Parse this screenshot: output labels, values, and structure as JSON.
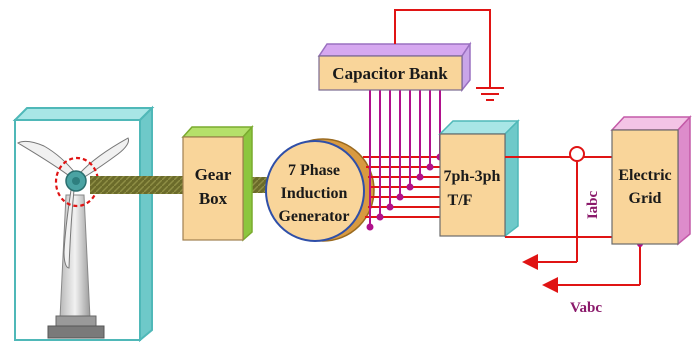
{
  "labels": {
    "capacitor_bank": "Capacitor Bank",
    "gear_box_line1": "Gear",
    "gear_box_line2": "Box",
    "generator_line1": "7 Phase",
    "generator_line2": "Induction",
    "generator_line3": "Generator",
    "transformer_line1": "7ph-3ph",
    "transformer_line2": "T/F",
    "grid_line1": "Electric",
    "grid_line2": "Grid",
    "current_label": "Iabc",
    "voltage_label": "Vabc"
  },
  "colors": {
    "box_fill": "#f9d59a",
    "box_top": "#d6a8f0",
    "box_side_purple": "#c9a5e8",
    "capacitor_bank_fill": "#f9d59a",
    "tower_outline": "#7fd6d6",
    "tower_side": "#6ec9c9",
    "gearbox_top": "#b5e06a",
    "gearbox_side": "#8cc63f",
    "generator_fill": "#f9d59a",
    "generator_back": "#d89a40",
    "shaft": "#6b6b2a",
    "red_wire": "#e01414",
    "magenta_wire": "#b0128c",
    "ground_red": "#e01414",
    "measurement_label": "#8b1a6b"
  }
}
